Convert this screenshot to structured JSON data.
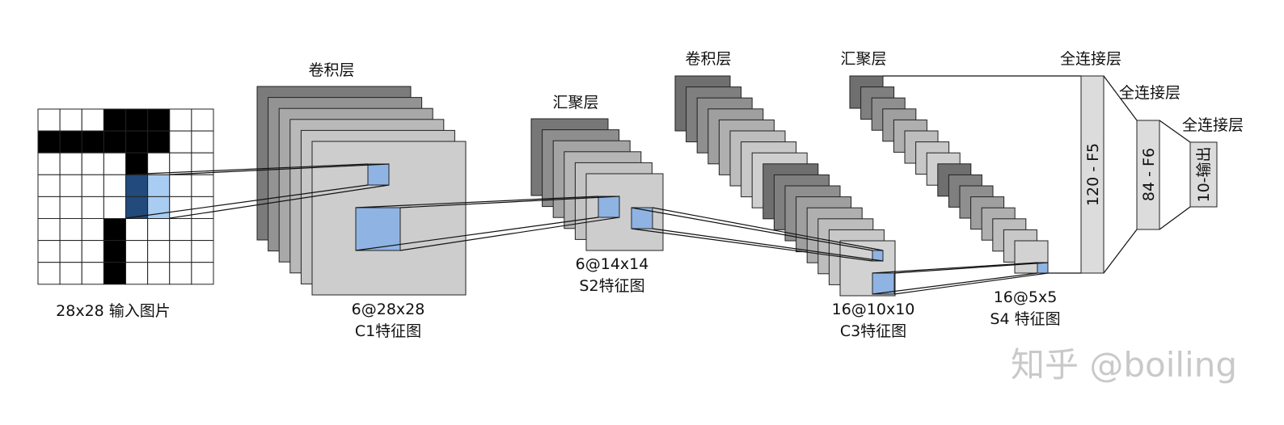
{
  "layers": {
    "input": {
      "caption": "28x28 输入图片"
    },
    "c1": {
      "heading": "卷积层",
      "caption_line1": "6@28x28",
      "caption_line2": "C1特征图"
    },
    "s2": {
      "heading": "汇聚层",
      "caption_line1": "6@14x14",
      "caption_line2": "S2特征图"
    },
    "c3": {
      "heading": "卷积层",
      "caption_line1": "16@10x10",
      "caption_line2": "C3特征图"
    },
    "s4": {
      "heading": "汇聚层",
      "caption_line1": "16@5x5",
      "caption_line2": "S4 特征图"
    },
    "f5": {
      "heading": "全连接层",
      "label": "120 - F5"
    },
    "f6": {
      "heading": "全连接层",
      "label": "84 - F6"
    },
    "out": {
      "heading": "全连接层",
      "label": "10-输出"
    }
  },
  "watermark": "知乎 @boiling",
  "colors": {
    "highlight": "#8fb4e3",
    "input_dark_cell": "#224a7a",
    "input_light_cell": "#a9cdf2",
    "fc_fill": "#dcdcdc"
  }
}
